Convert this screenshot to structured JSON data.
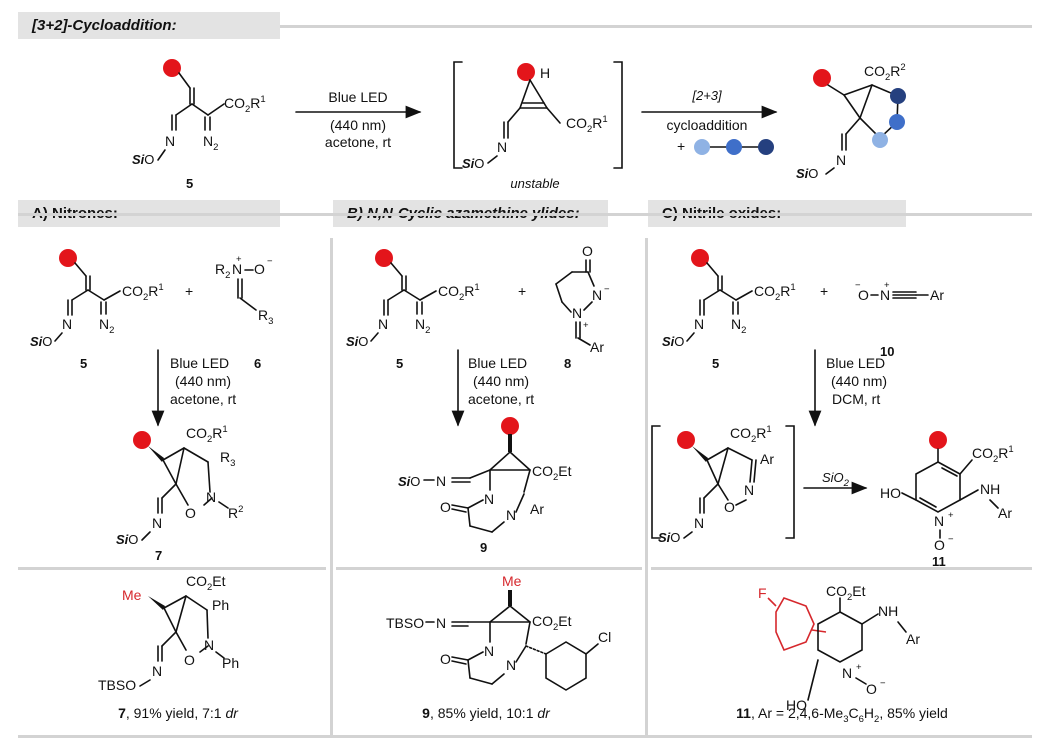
{
  "headers": {
    "top": "[3+2]-Cycloaddition:",
    "a": "A) Nitrones:",
    "b": "B) N,N-Cyclic azamethine ylides:",
    "c": "C) Nitrile oxides:"
  },
  "top_scheme": {
    "compound_label": "5",
    "cond_1": "Blue LED",
    "cond_2": "(440 nm)",
    "cond_3": "acetone, rt",
    "intermediate_note": "unstable",
    "step2_1": "[2+3]",
    "step2_2": "cycloaddition",
    "step2_plus": "+"
  },
  "panel_a": {
    "label_5": "5",
    "label_6": "6",
    "label_7": "7",
    "cond_1": "Blue LED",
    "cond_2": "(440 nm)",
    "cond_3": "acetone, rt",
    "example_label": "7",
    "example_yield": ", 91% yield, 7:1 ",
    "example_dr": "dr"
  },
  "panel_b": {
    "label_5": "5",
    "label_8": "8",
    "label_9": "9",
    "cond_1": "Blue LED",
    "cond_2": "(440 nm)",
    "cond_3": "acetone, rt",
    "example_label": "9",
    "example_yield": ", 85% yield, 10:1 ",
    "example_dr": "dr"
  },
  "panel_c": {
    "label_5": "5",
    "label_10": "10",
    "label_11": "11",
    "cond_1": "Blue LED",
    "cond_2": "(440 nm)",
    "cond_3": "DCM, rt",
    "reagent_sio2": "SiO",
    "example_label": "11",
    "example_text": ", Ar = 2,4,6-Me",
    "example_text2": "C",
    "example_text3": "H",
    "example_text4": ", 85% yield"
  },
  "colors": {
    "red_dot": "#e3151b",
    "blue_light": "#8fb2e4",
    "blue_mid": "#3f6fc9",
    "blue_dark": "#25407f",
    "red_text": "#d6282d",
    "header_bg": "#e3e3e3"
  }
}
